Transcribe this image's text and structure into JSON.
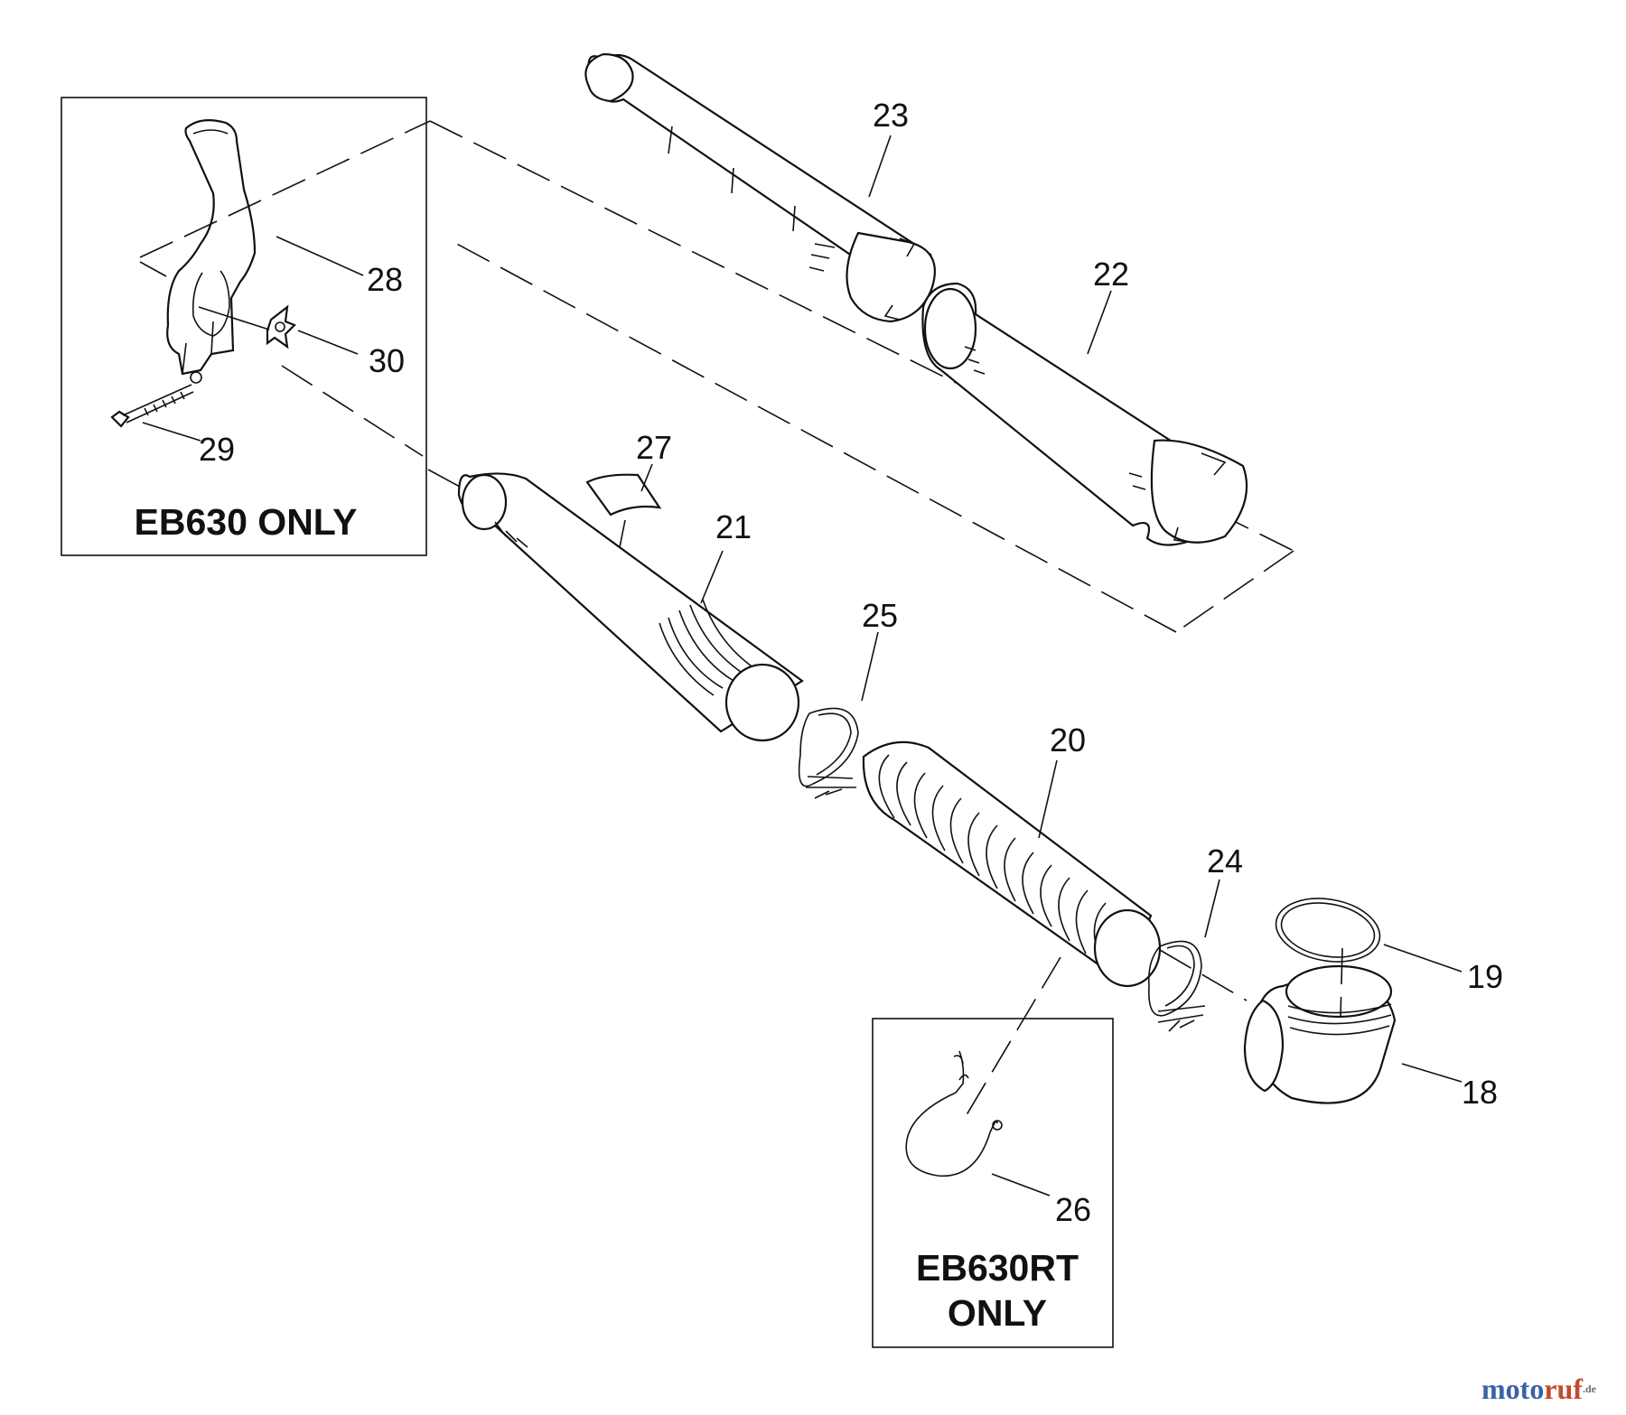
{
  "diagram": {
    "colors": {
      "line": "#111111",
      "background": "#ffffff"
    },
    "callouts": {
      "p18": "18",
      "p19": "19",
      "p20": "20",
      "p21": "21",
      "p22": "22",
      "p23": "23",
      "p24": "24",
      "p25": "25",
      "p26": "26",
      "p27": "27",
      "p28": "28",
      "p29": "29",
      "p30": "30"
    },
    "boxes": {
      "eb630": {
        "label": "EB630 ONLY"
      },
      "eb630rt": {
        "label_line1": "EB630RT",
        "label_line2": "ONLY"
      }
    }
  },
  "watermark": {
    "part1": "moto",
    "part2": "ruf",
    "part3": ".de",
    "colors": {
      "part1": "#3a62a8",
      "part2": "#c44a2a",
      "part3": "#6c6c6c"
    }
  }
}
